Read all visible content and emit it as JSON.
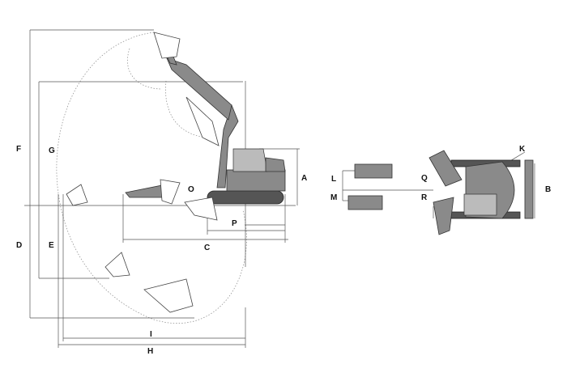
{
  "diagram": {
    "title": "Excavator working range and dimensions",
    "side_view_labels": {
      "A": "A",
      "C": "C",
      "D": "D",
      "E": "E",
      "F": "F",
      "G": "G",
      "H": "H",
      "I": "I",
      "O": "O",
      "P": "P"
    },
    "top_view_labels": {
      "B": "B",
      "K": "K",
      "L": "L",
      "M": "M",
      "Q": "Q",
      "R": "R"
    },
    "colors": {
      "machine": "#8a8a8a",
      "lines": "#555555",
      "background": "#ffffff"
    }
  }
}
